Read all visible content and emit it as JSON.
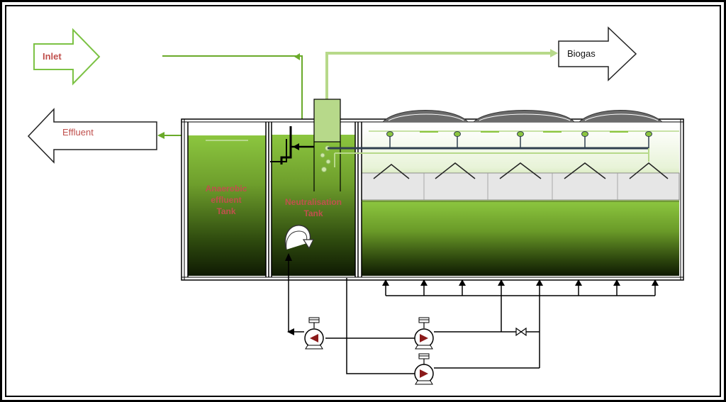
{
  "labels": {
    "inlet": "Inlet",
    "effluent": "Effluent",
    "biogas": "Biogas",
    "anaerobic_line1": "Anaerobic",
    "anaerobic_line2": "effluent",
    "anaerobic_line3": "Tank",
    "neutralisation_line1": "Neutralisation",
    "neutralisation_line2": "Tank"
  },
  "colors": {
    "label_red": "#c0504d",
    "inlet_green": "#6aaa2a",
    "biogas_green": "#b7d98a",
    "tank_green_top": "#8cc63f",
    "tank_green_bottom": "#1a2a05",
    "frame": "#000000",
    "pipe_dark": "#2f3f4f",
    "pump_red": "#8b1a1a"
  },
  "icons": {
    "pump": "centrifugal-pump-icon",
    "valve": "gate-valve-icon",
    "mixer": "curved-arrow-mixer-icon"
  }
}
